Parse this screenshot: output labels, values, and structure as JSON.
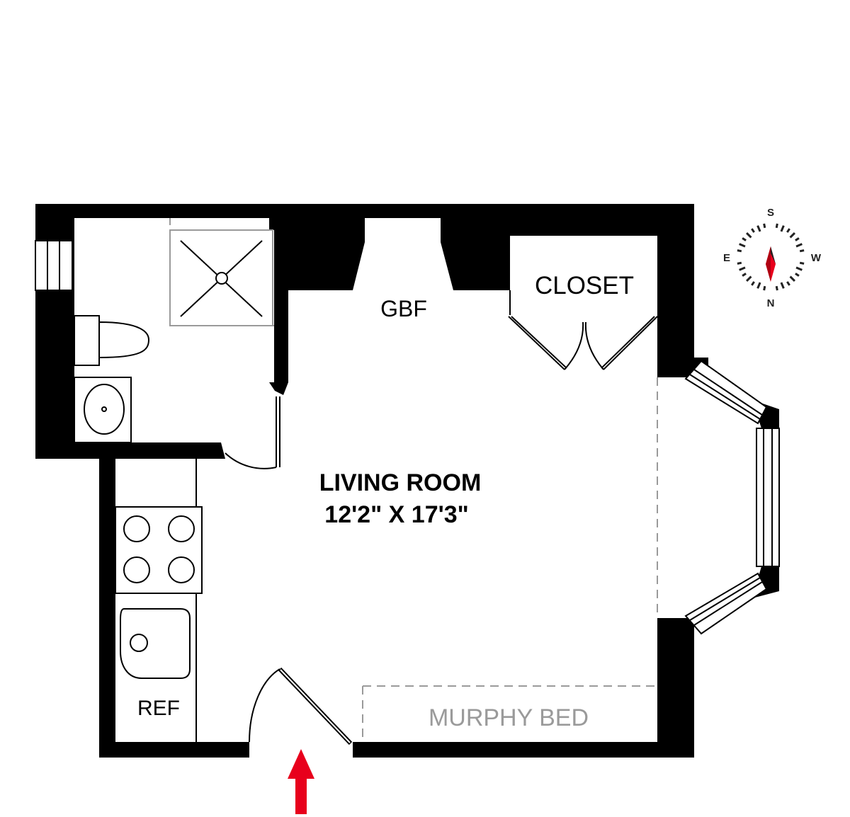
{
  "labels": {
    "living_room": "LIVING ROOM",
    "living_room_dims": "12'2\" X 17'3\"",
    "gbf": "GBF",
    "closet": "CLOSET",
    "ref": "REF",
    "murphy_bed": "MURPHY BED"
  },
  "compass": {
    "north": "N",
    "south": "S",
    "east": "E",
    "west": "W"
  },
  "colors": {
    "wall": "#000000",
    "dashed": "#9a9a9a",
    "entry_arrow": "#e8001c",
    "compass_needle": "#e8001c"
  },
  "icons": {
    "entry": "entry-arrow-icon",
    "compass": "compass-icon"
  }
}
